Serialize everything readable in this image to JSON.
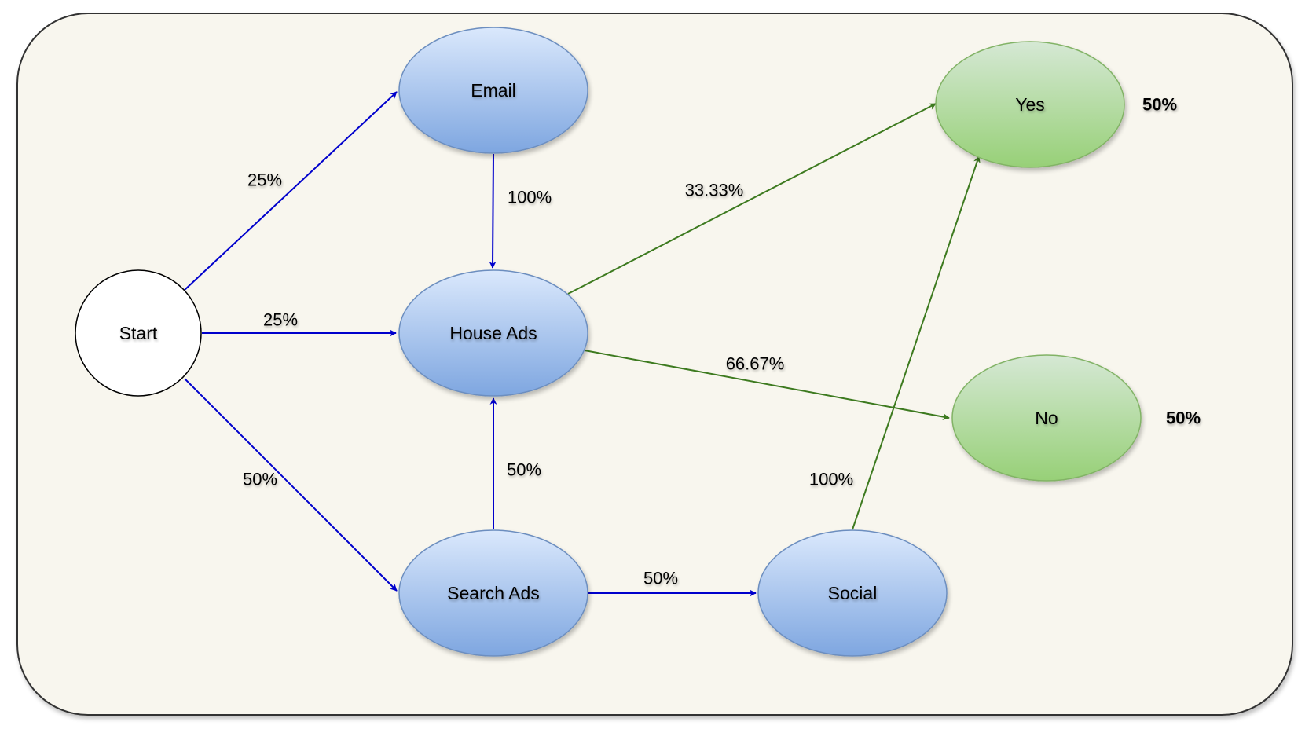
{
  "nodes": {
    "start": {
      "label": "Start"
    },
    "email": {
      "label": "Email"
    },
    "house_ads": {
      "label": "House Ads"
    },
    "search_ads": {
      "label": "Search Ads"
    },
    "social": {
      "label": "Social"
    },
    "yes": {
      "label": "Yes"
    },
    "no": {
      "label": "No"
    }
  },
  "edges": {
    "start_email": {
      "from": "Start",
      "to": "Email",
      "label": "25%"
    },
    "start_house": {
      "from": "Start",
      "to": "House Ads",
      "label": "25%"
    },
    "start_search": {
      "from": "Start",
      "to": "Search Ads",
      "label": "50%"
    },
    "email_house": {
      "from": "Email",
      "to": "House Ads",
      "label": "100%"
    },
    "search_house": {
      "from": "Search Ads",
      "to": "House Ads",
      "label": "50%"
    },
    "search_social": {
      "from": "Search Ads",
      "to": "Social",
      "label": "50%"
    },
    "house_yes": {
      "from": "House Ads",
      "to": "Yes",
      "label": "33.33%"
    },
    "house_no": {
      "from": "House Ads",
      "to": "No",
      "label": "66.67%"
    },
    "social_yes": {
      "from": "Social",
      "to": "Yes",
      "label": "100%"
    }
  },
  "outcomes": {
    "yes_pct": "50%",
    "no_pct": "50%"
  },
  "colors": {
    "background_panel": "#f8f6ee",
    "panel_border": "#333333",
    "blue_node_top": "#dae8fc",
    "blue_node_bottom": "#7ea6e0",
    "blue_node_stroke": "#6c8ebf",
    "green_node_top": "#d5e8d4",
    "green_node_bottom": "#97d077",
    "green_node_stroke": "#82b366",
    "blue_edge": "#0000cc",
    "green_edge": "#3d7a1f"
  }
}
